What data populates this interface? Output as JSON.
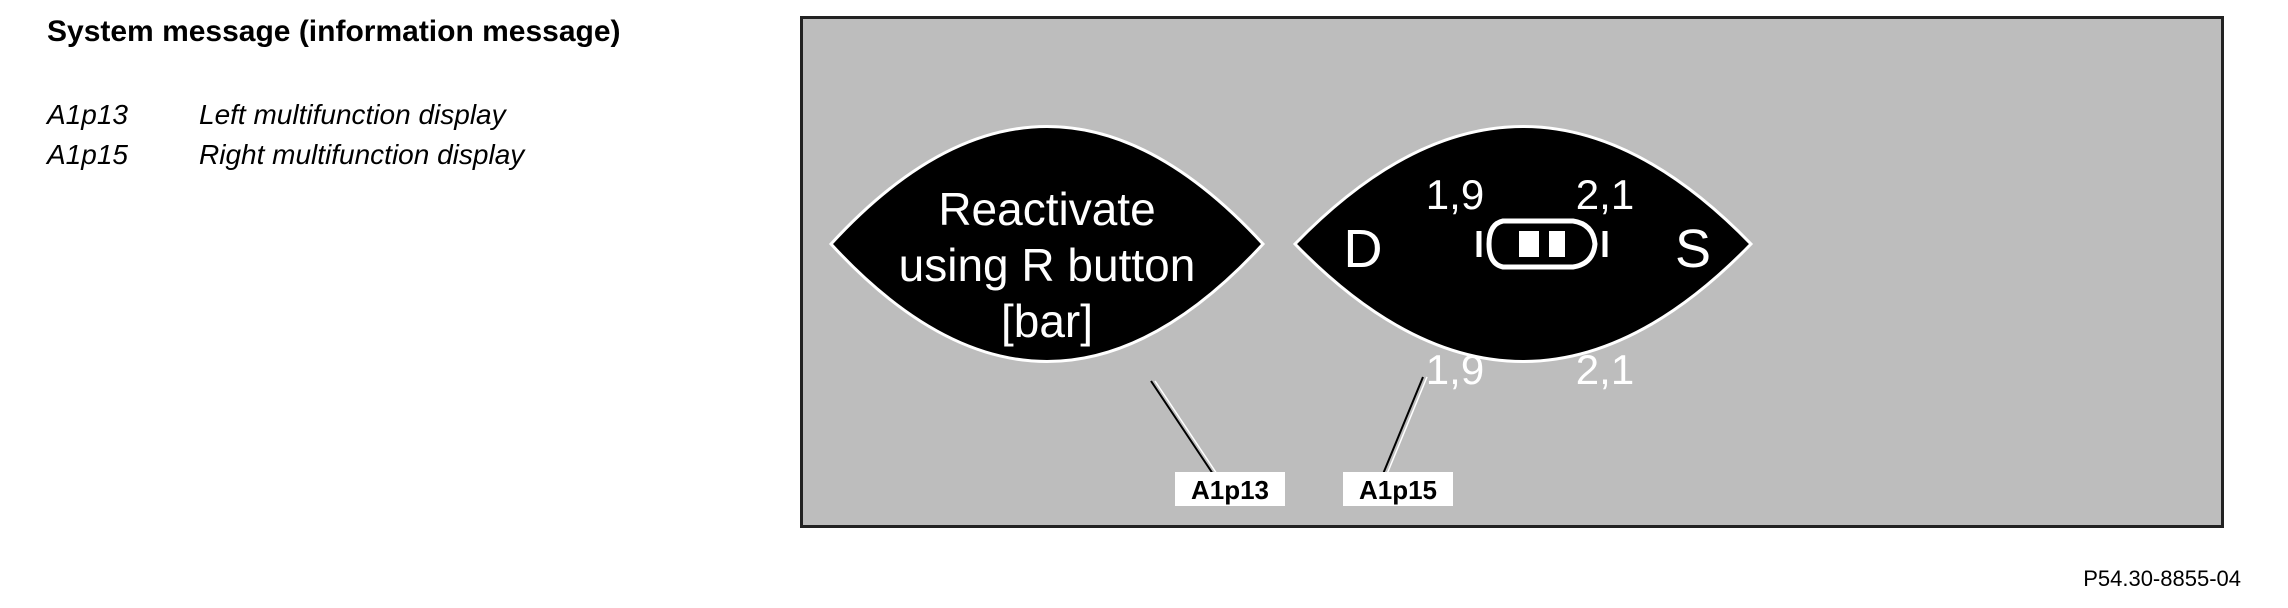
{
  "title": "System message (information message)",
  "legend": [
    {
      "code": "A1p13",
      "description": "Left multifunction display"
    },
    {
      "code": "A1p15",
      "description": "Right multifunction display"
    }
  ],
  "left_display": {
    "lines": [
      "Reactivate",
      "using R button",
      "[bar]"
    ],
    "callout": "A1p13"
  },
  "right_display": {
    "left_letter": "D",
    "right_letter": "S",
    "front_left": "1,9",
    "front_right": "2,1",
    "rear_left": "1,9",
    "rear_right": "2,1",
    "callout": "A1p15"
  },
  "reference": "P54.30-8855-04",
  "colors": {
    "panel": "#bdbdbd",
    "display": "#000000",
    "display_text": "#ffffff"
  }
}
